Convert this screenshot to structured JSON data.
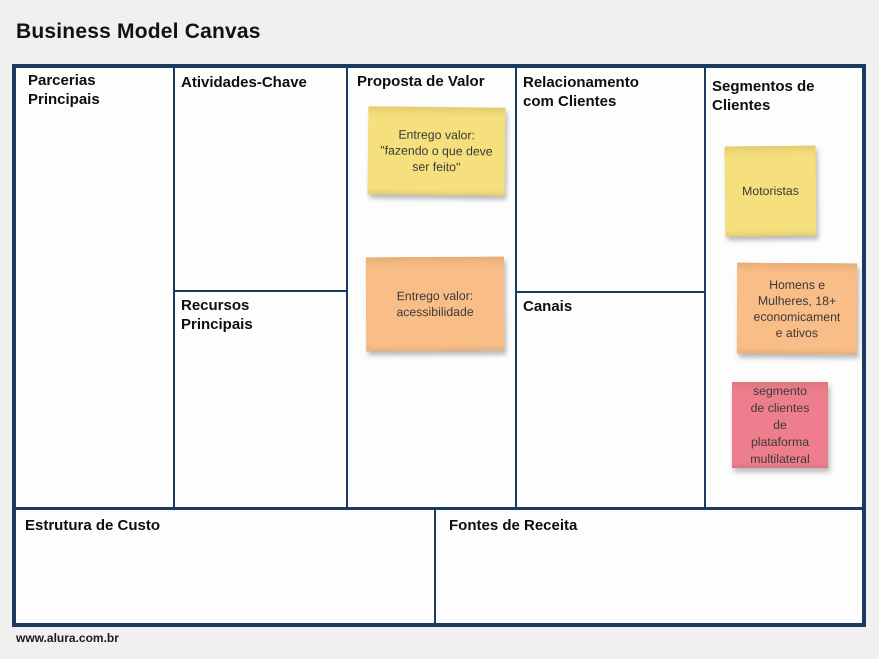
{
  "page": {
    "title": "Business Model Canvas",
    "footer": "www.alura.com.br"
  },
  "colors": {
    "border_navy": "#1A3A60",
    "page_background": "#F0F0F1",
    "canvas_background": "#FDFDFD",
    "note_yellow": "#F5E07D",
    "note_orange": "#F9BD87",
    "note_pink": "#EE7E8E"
  },
  "sections": {
    "parcerias": {
      "label": "Parcerias\nPrincipais"
    },
    "atividades": {
      "label": "Atividades-Chave"
    },
    "recursos": {
      "label": "Recursos\nPrincipais"
    },
    "proposta": {
      "label": "Proposta de Valor"
    },
    "relacionamento": {
      "label": "Relacionamento\ncom Clientes"
    },
    "canais": {
      "label": "Canais"
    },
    "segmentos": {
      "label": "Segmentos de\nClientes"
    },
    "custo": {
      "label": "Estrutura de Custo"
    },
    "receita": {
      "label": "Fontes de Receita"
    }
  },
  "notes": [
    {
      "name": "value-delivery-doing-what-must-be-done",
      "color": "#F5E07D",
      "text": "Entrego valor:\n\"fazendo o que deve\nser feito\""
    },
    {
      "name": "value-delivery-accessibility",
      "color": "#F9BD87",
      "text": "Entrego valor:\nacessibilidade"
    },
    {
      "name": "segment-drivers",
      "color": "#F5E07D",
      "text": "Motoristas"
    },
    {
      "name": "segment-men-women-18plus",
      "color": "#F9BD87",
      "text": "Homens e\nMulheres, 18+\neconomicament\ne ativos"
    },
    {
      "name": "segment-multisided-platform",
      "color": "#EE7E8E",
      "text": "segmento\nde clientes\nde\nplataforma\nmultilateral"
    }
  ]
}
